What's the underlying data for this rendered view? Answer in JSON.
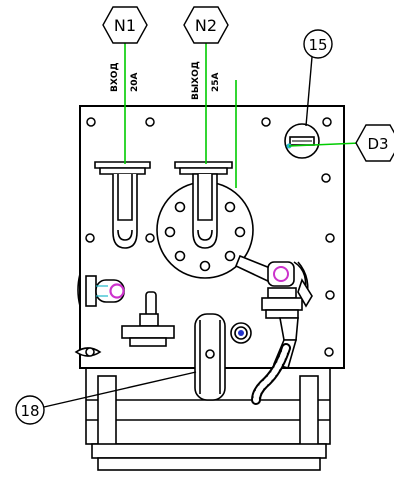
{
  "callouts": {
    "n1": "N1",
    "n2": "N2",
    "c15": "15",
    "d3": "D3",
    "c18": "18"
  },
  "labels": {
    "inlet_word": "ВХОД",
    "inlet_amp": "20А",
    "outlet_word": "ВЫХОД",
    "outlet_amp": "25А"
  },
  "colors": {
    "leader_green": "#00cc00",
    "magenta_ring": "#cc33cc",
    "blue_dot": "#2233cc",
    "cyan_dot": "#22bbcc",
    "outline": "#000000"
  }
}
